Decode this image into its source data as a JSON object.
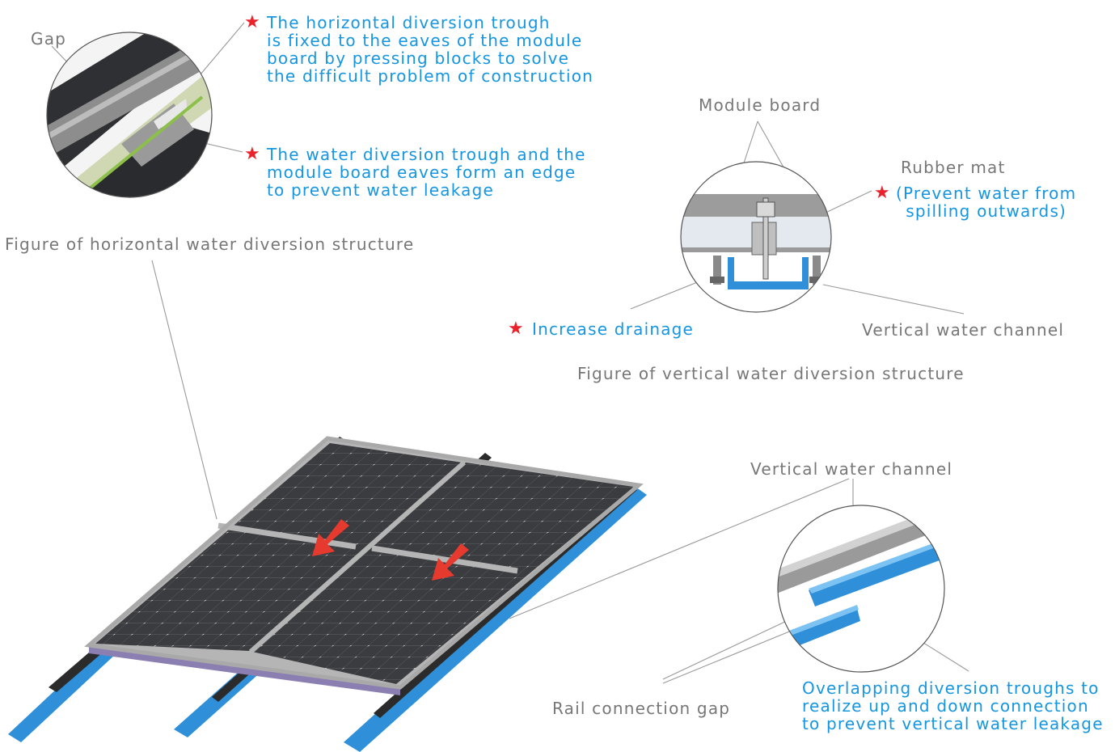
{
  "labels": {
    "gap": "Gap",
    "horizontal_note_1": [
      "The horizontal diversion trough",
      "is fixed to the eaves of the module",
      "board by pressing blocks to solve",
      "the difficult problem of construction"
    ],
    "horizontal_note_2": [
      "The water diversion trough and the",
      "module board eaves form an edge",
      "to prevent water leakage"
    ],
    "horizontal_figure_caption": "Figure of horizontal water diversion structure",
    "module_board": "Module board",
    "rubber_mat": "Rubber mat",
    "rubber_mat_note": [
      "(Prevent water from",
      "spilling outwards)"
    ],
    "increase_drainage": "Increase drainage",
    "vertical_water_channel": "Vertical water channel",
    "vertical_figure_caption": "Figure of vertical water diversion structure",
    "vertical_water_channel_2": "Vertical water channel",
    "rail_connection_gap": "Rail connection gap",
    "overlap_note": [
      "Overlapping diversion troughs to",
      "realize up and down connection",
      "to prevent vertical water leakage"
    ]
  },
  "symbols": {
    "star": "★"
  },
  "colors": {
    "annotation_blue": "#1696e0",
    "caption_gray": "#777777",
    "star_red": "#e8232b",
    "panel_dark": "#3a3b3e",
    "frame_silver": "#b8b8b8",
    "trough_blue": "#2f8fd8",
    "arrow_red": "#e63a2e"
  }
}
